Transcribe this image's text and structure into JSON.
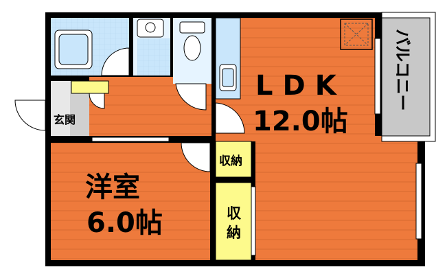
{
  "colors": {
    "floor": "#ee7a3c",
    "floor_stripe": "#d7692f",
    "wall": "#000000",
    "wet_area": "#c9e6fb",
    "wet_area_light": "#e6f4ff",
    "storage": "#fdfa8c",
    "balcony": "#c8c8c8",
    "entrance": "#d0d0d0"
  },
  "icons": {
    "bathtub": "bathtub-icon",
    "washbasin": "washbasin-icon",
    "toilet": "toilet-icon",
    "kitchen_sink": "kitchen-sink-icon",
    "ventilation": "ventilation-icon"
  },
  "rooms": {
    "ldk": {
      "name": "LDK",
      "size": "12.0帖"
    },
    "western": {
      "name": "洋室",
      "size": "6.0帖"
    },
    "storage_small": {
      "name": "収納"
    },
    "storage_tall": {
      "line1": "収",
      "line2": "納"
    },
    "entrance": {
      "name": "玄関"
    },
    "balcony": {
      "name": "バルコニー"
    }
  }
}
